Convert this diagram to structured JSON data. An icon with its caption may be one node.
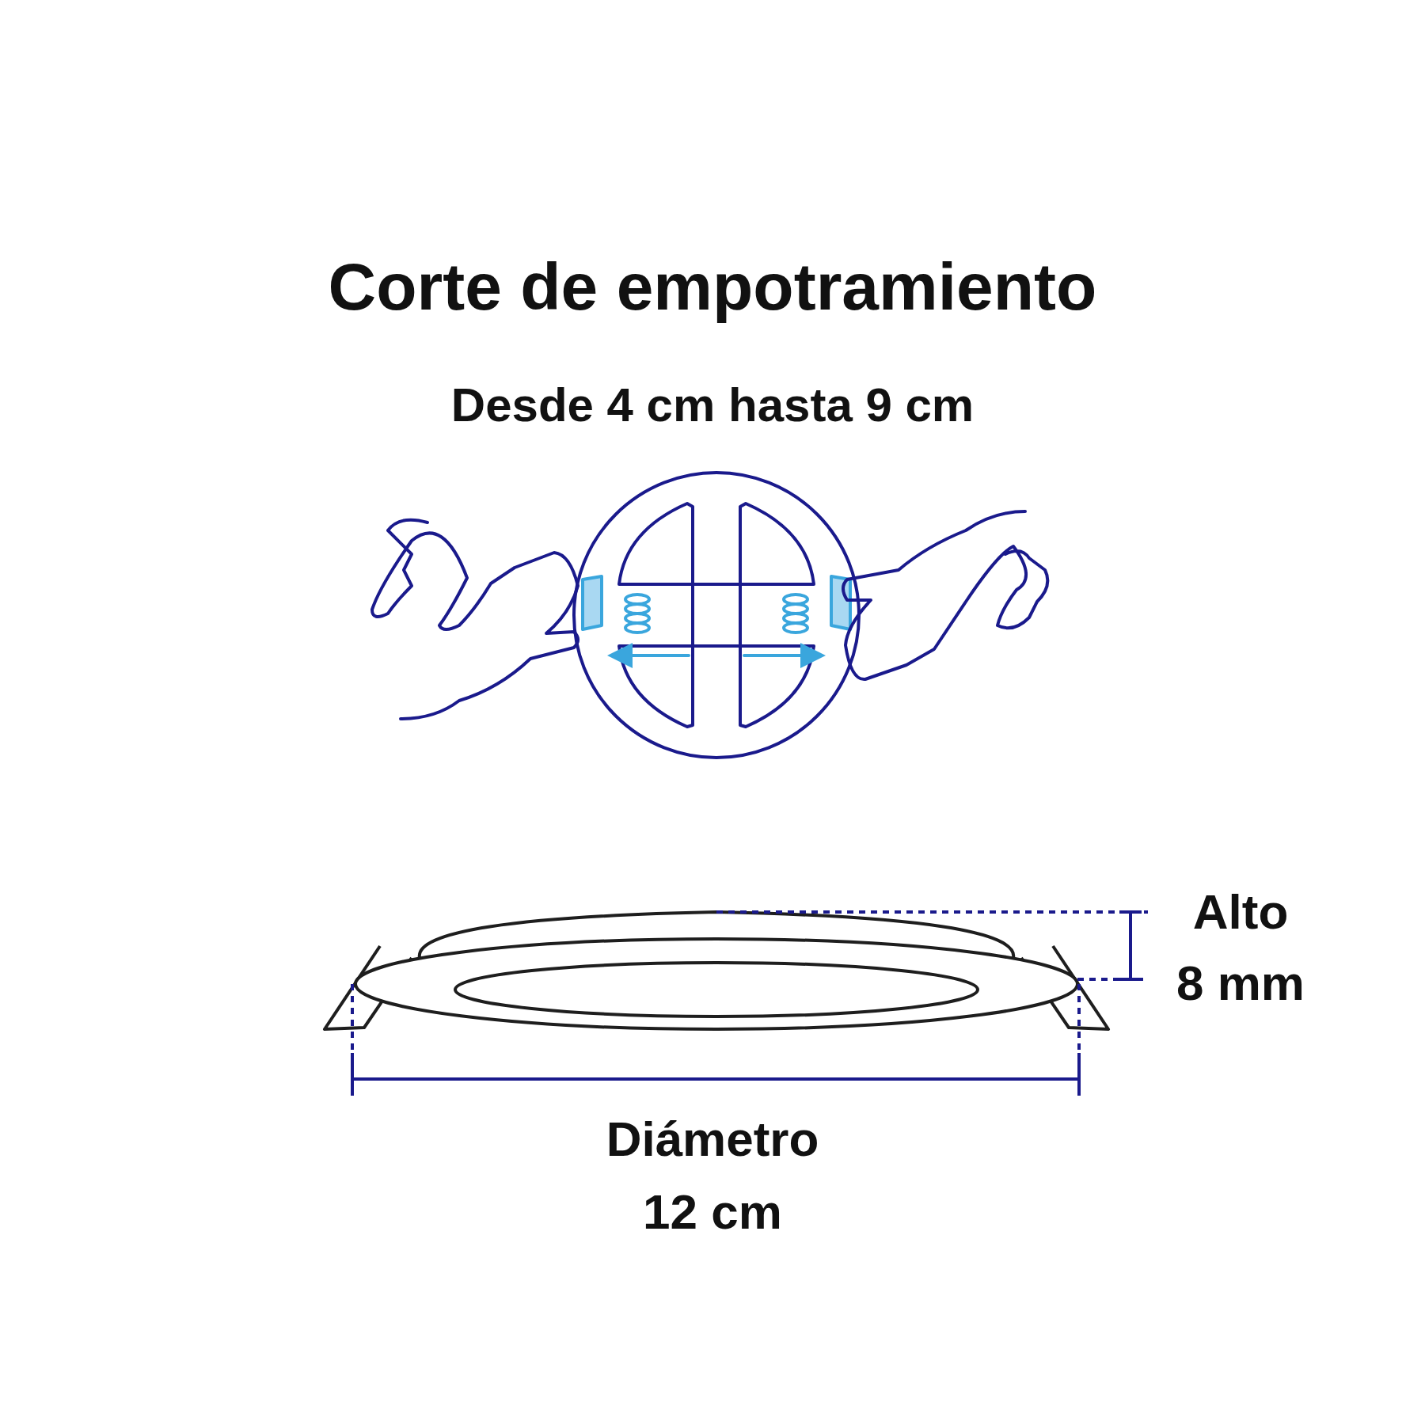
{
  "diagram": {
    "title": "Corte de empotramiento",
    "labels": [
      "Desde 4 cm hasta 9 cm",
      "Alto",
      "8 mm",
      "Diámetro",
      "12 cm"
    ]
  }
}
